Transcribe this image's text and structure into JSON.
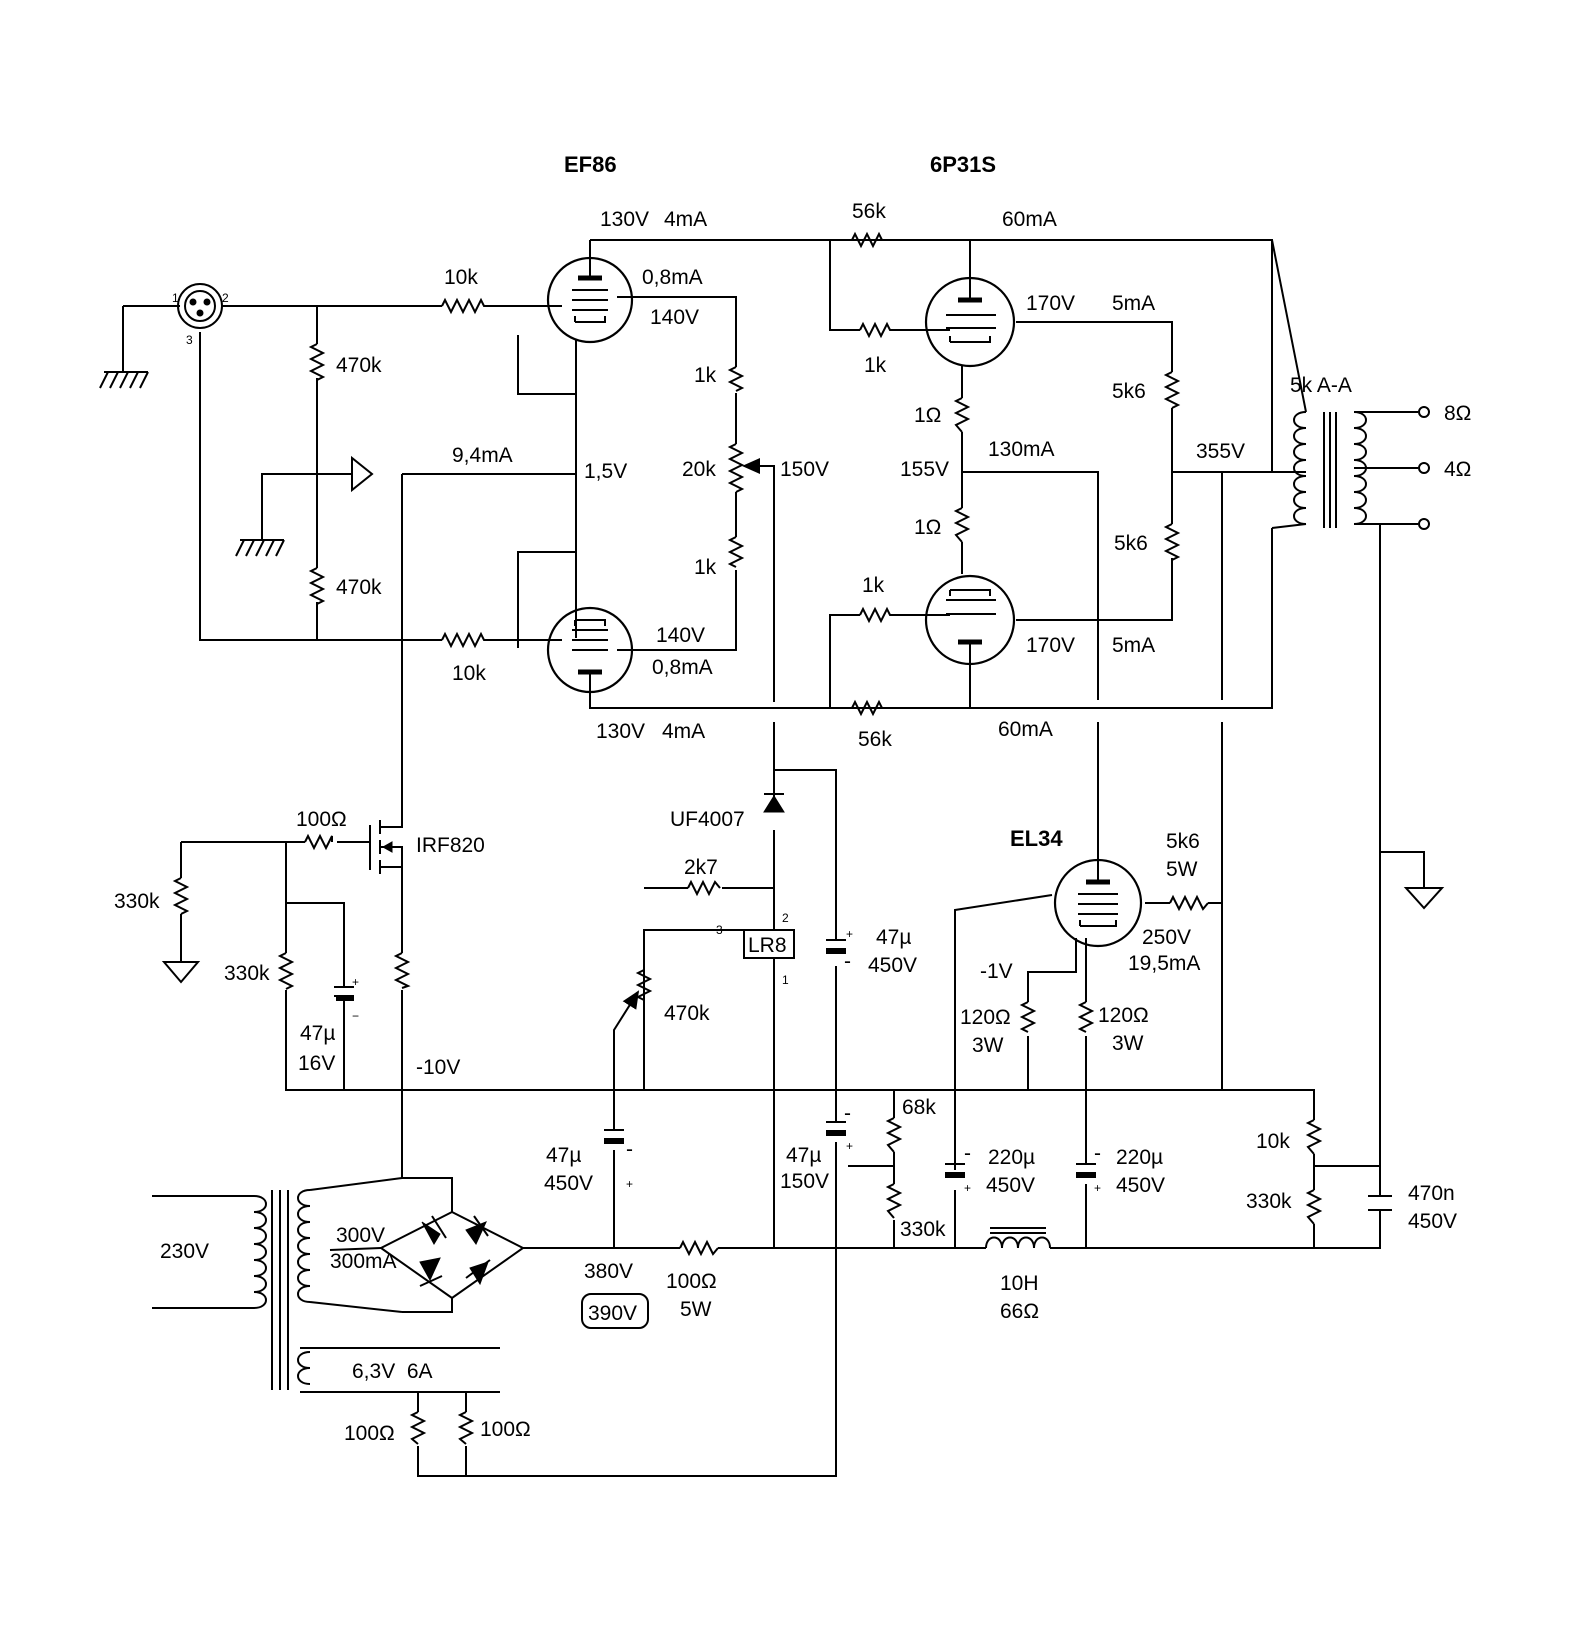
{
  "titles": {
    "ef86": "EF86",
    "p31s": "6P31S",
    "el34": "EL34"
  },
  "labels": {
    "ef86_top_v": "130V",
    "ef86_top_i": "4mA",
    "ef86_bot_v": "130V",
    "ef86_bot_i": "4mA",
    "r10k_top": "10k",
    "r10k_bot": "10k",
    "i_g2_top": "0,8mA",
    "v_g2_top": "140V",
    "i_g2_bot": "0,8mA",
    "v_g2_bot": "140V",
    "r470k_a": "470k",
    "r470k_b": "470k",
    "i_tail": "9,4mA",
    "v_cath": "1,5V",
    "r1k_a": "1k",
    "r1k_b": "1k",
    "pot20k": "20k",
    "v150": "150V",
    "r56k_top": "56k",
    "r56k_bot": "56k",
    "i60_top": "60mA",
    "i60_bot": "60mA",
    "r1k_grid_top": "1k",
    "r1k_grid_bot": "1k",
    "v170_top": "170V",
    "i5_top": "5mA",
    "v170_bot": "170V",
    "i5_bot": "5mA",
    "r1ohm_a": "1Ω",
    "r1ohm_b": "1Ω",
    "v155": "155V",
    "i130": "130mA",
    "r5k6_a": "5k6",
    "r5k6_b": "5k6",
    "v355": "355V",
    "ot": "5k A-A",
    "out8": "8Ω",
    "out4": "4Ω",
    "r100ohm_g": "100Ω",
    "mosfet": "IRF820",
    "r330k_a": "330k",
    "r330k_b": "330k",
    "c47u_a": "47µ",
    "c47u_a_v": "16V",
    "vneg10": "-10V",
    "diode": "UF4007",
    "r2k7": "2k7",
    "reg": "LR8",
    "reg_p1": "1",
    "reg_p2": "2",
    "reg_p3": "3",
    "pot470k": "470k",
    "c47u_b": "47µ",
    "c47u_b_v": "450V",
    "r5k6_5w": "5k6",
    "r5k6_5w_p": "5W",
    "v250": "250V",
    "i19": "19,5mA",
    "vneg1": "-1V",
    "r120_a": "120Ω",
    "r120_a_p": "3W",
    "r120_b": "120Ω",
    "r120_b_p": "3W",
    "r68k": "68k",
    "r330k_c": "330k",
    "c47u_c": "47µ",
    "c47u_c_v": "450V",
    "c47u_d": "47µ",
    "c47u_d_v": "150V",
    "c220_a": "220µ",
    "c220_a_v": "450V",
    "c220_b": "220µ",
    "c220_b_v": "450V",
    "r10k_fb": "10k",
    "r330k_fb": "330k",
    "c470n": "470n",
    "c470n_v": "450V",
    "mains": "230V",
    "sec_v": "300V",
    "sec_i": "300mA",
    "heater": "6,3V  6A",
    "v380": "380V",
    "v390": "390V",
    "r100_5w": "100Ω",
    "r100_5w_p": "5W",
    "choke": "10H",
    "choke_r": "66Ω",
    "r100_h1": "100Ω",
    "r100_h2": "100Ω",
    "xlr1": "1",
    "xlr2": "2",
    "xlr3": "3"
  }
}
